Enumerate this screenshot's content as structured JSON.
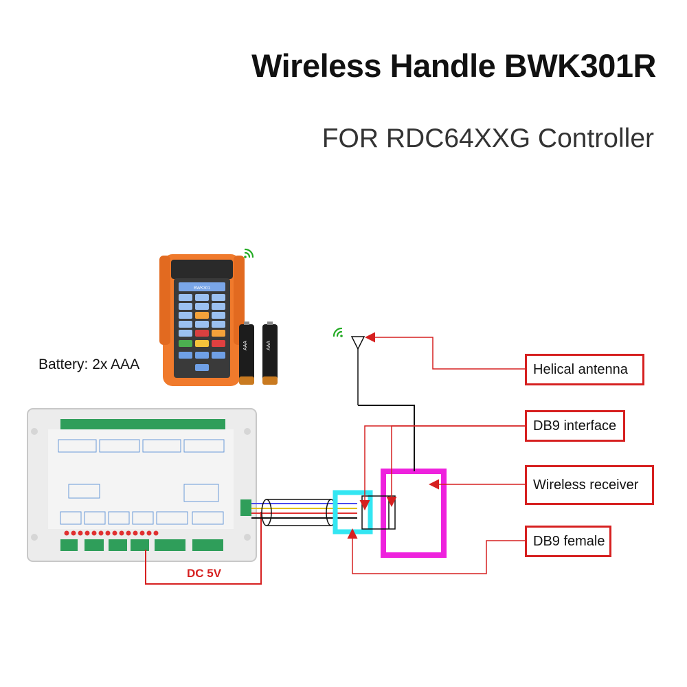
{
  "title": "Wireless Handle BWK301R",
  "subtitle": "FOR RDC64XXG Controller",
  "battery_label": "Battery: 2x AAA",
  "battery_text": "AAA",
  "handle_model": "BWK301",
  "callouts": {
    "antenna": "Helical antenna",
    "db9_interface": "DB9 interface",
    "receiver": "Wireless receiver",
    "db9_female": "DB9 female"
  },
  "power_label": "DC 5V",
  "colors": {
    "callout_red": "#d62020",
    "receiver_magenta": "#ee22dd",
    "connector_cyan": "#33e6f2",
    "handle_orange": "#f07a2c",
    "signal_green": "#22aa22",
    "terminal_green": "#2f9e5a"
  }
}
